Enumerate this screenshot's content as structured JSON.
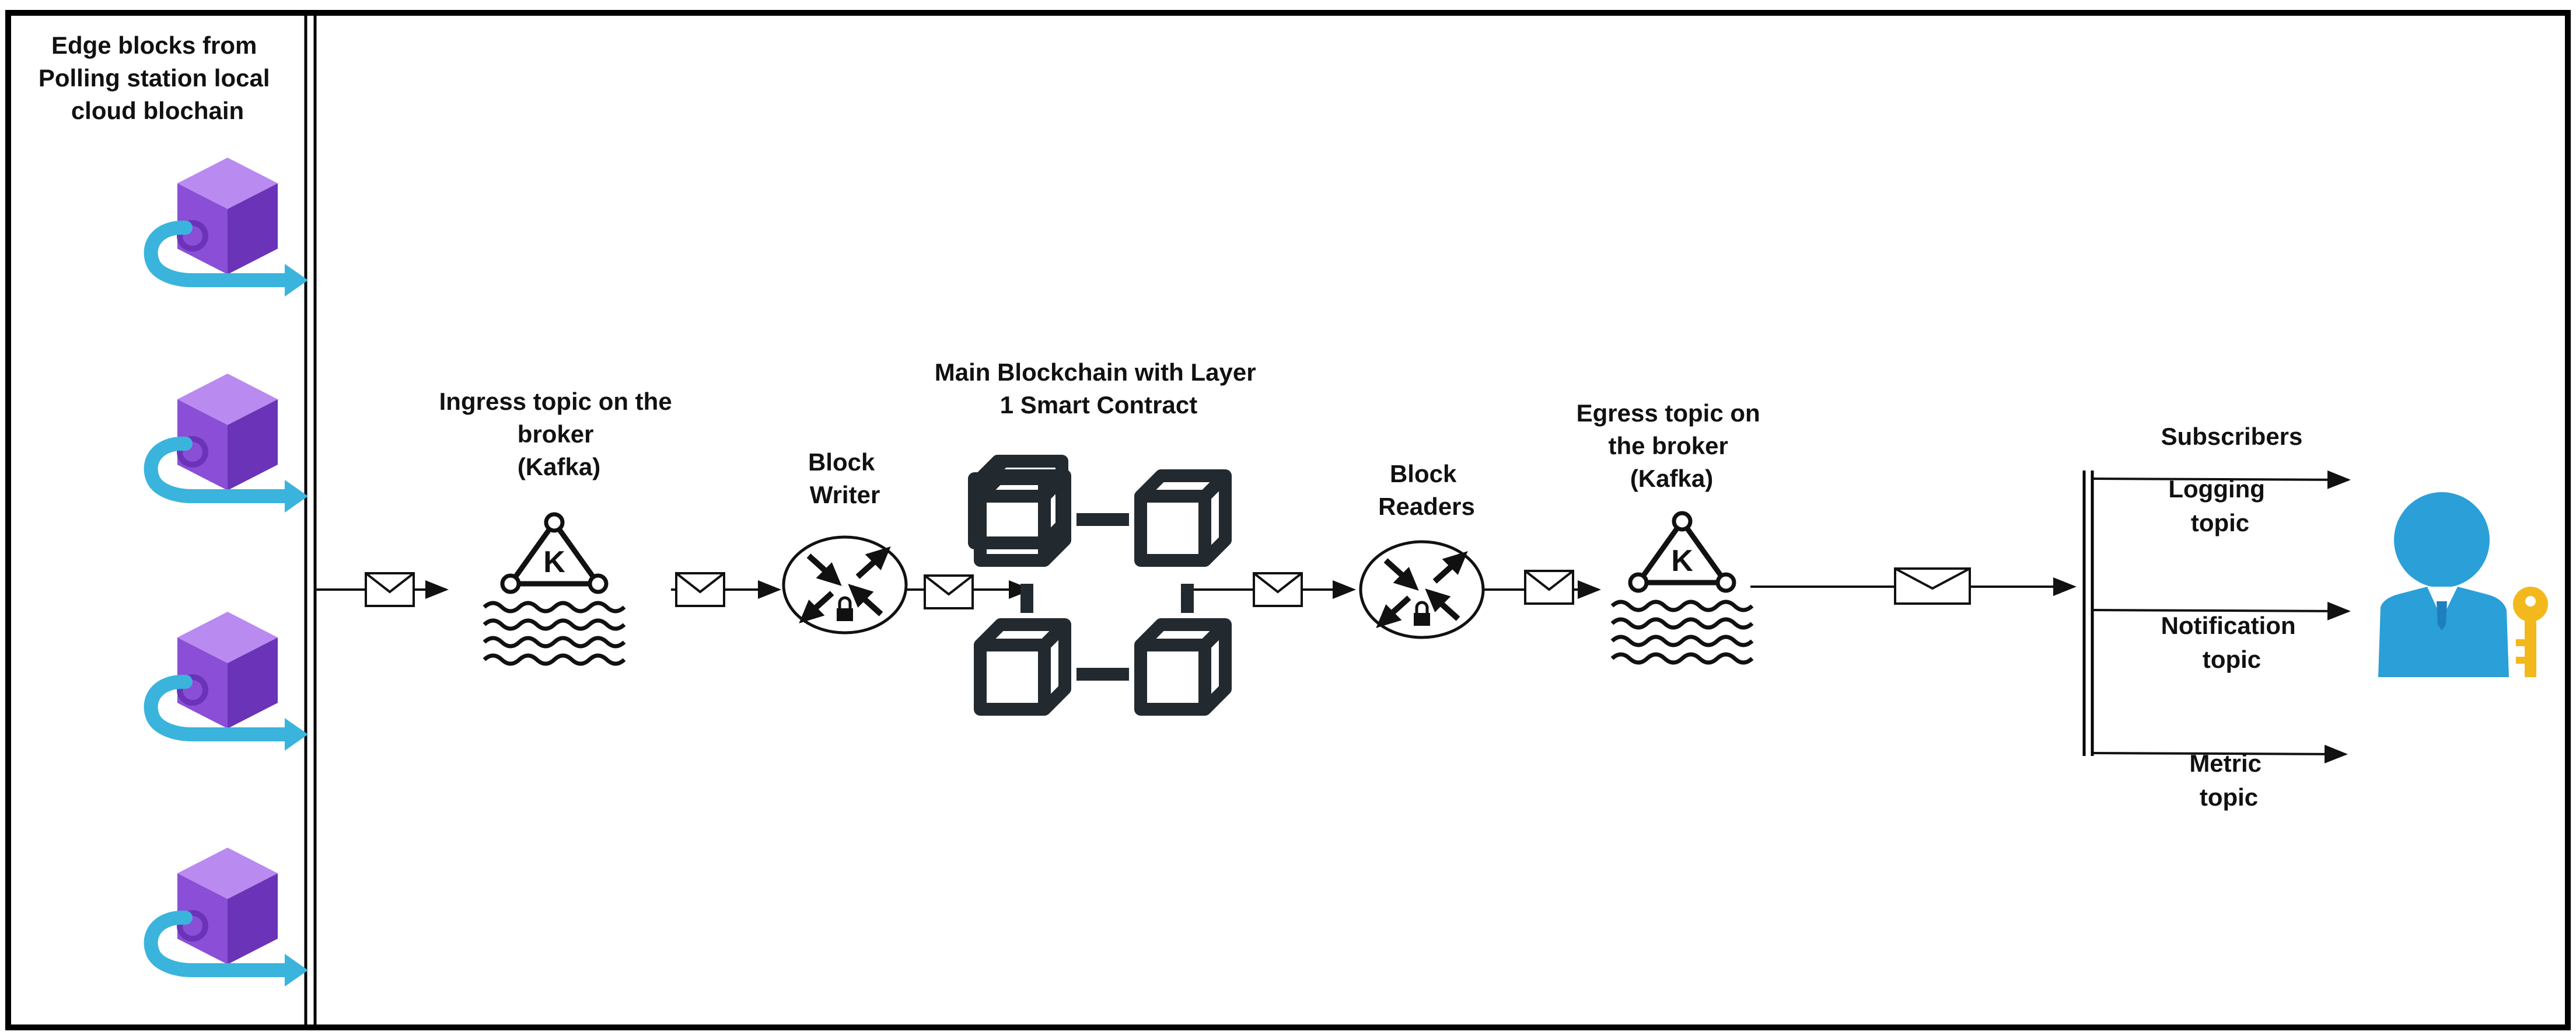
{
  "left_panel": {
    "title_lines": [
      "Edge blocks from",
      "Polling station local",
      "cloud blochain"
    ],
    "block_icon_name": "edge-block-cube-icon",
    "block_count": 4
  },
  "nodes": {
    "ingress": {
      "label_lines": [
        "Ingress topic on the",
        "broker",
        "(Kafka)"
      ],
      "badge": "K",
      "icon": "kafka-icon"
    },
    "writer": {
      "label_lines": [
        "Block",
        "Writer"
      ],
      "icon": "router-lock-icon"
    },
    "main_chain": {
      "label_lines": [
        "Main Blockchain with Layer",
        "1 Smart Contract"
      ],
      "icon": "blockchain-icon"
    },
    "readers": {
      "label_lines": [
        "Block",
        "Readers"
      ],
      "icon": "router-lock-icon"
    },
    "egress": {
      "label_lines": [
        "Egress topic on",
        "the broker",
        "(Kafka)"
      ],
      "badge": "K",
      "icon": "kafka-icon"
    }
  },
  "subscribers": {
    "heading": "Subscribers",
    "topics": [
      {
        "label_lines": [
          "Logging",
          "topic"
        ]
      },
      {
        "label_lines": [
          "Notification",
          "topic"
        ]
      },
      {
        "label_lines": [
          "Metric",
          "topic"
        ]
      }
    ],
    "user_icon": "user-key-icon"
  },
  "message_icon": "envelope-icon",
  "colors": {
    "border": "#000000",
    "cube_front": "#8a4fd6",
    "cube_top": "#b98af0",
    "cube_side": "#6a33b8",
    "edge_arrow": "#3ab4dc",
    "chain": "#222a30",
    "user": "#2a9fd8",
    "user_key": "#f2b81c"
  }
}
